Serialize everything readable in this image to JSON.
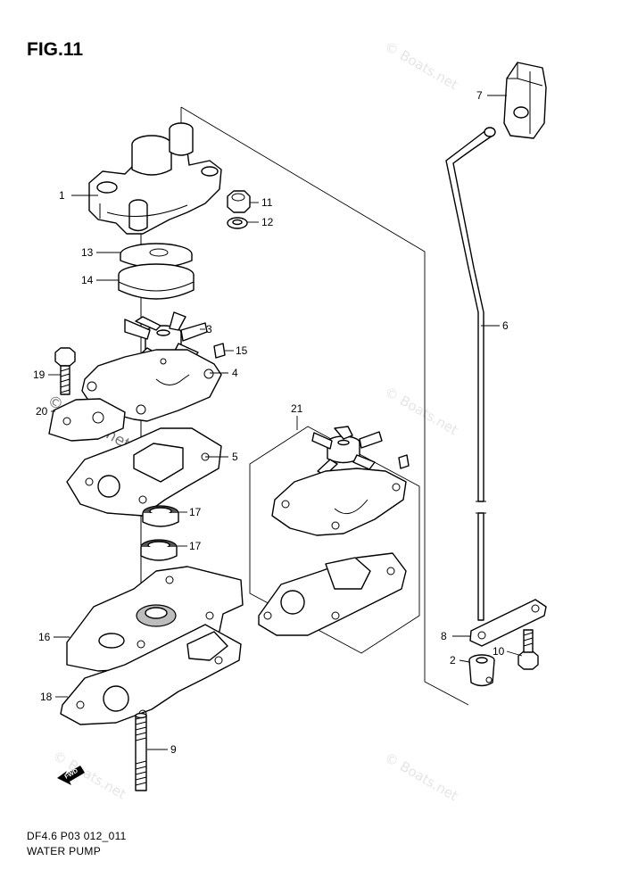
{
  "figure": {
    "title": "FIG.11",
    "code": "DF4.6 P03 012_011",
    "name": "WATER PUMP"
  },
  "callouts": [
    "1",
    "2",
    "3",
    "4",
    "5",
    "6",
    "7",
    "8",
    "9",
    "10",
    "11",
    "12",
    "13",
    "14",
    "15",
    "16",
    "17",
    "17",
    "18",
    "19",
    "20",
    "21"
  ],
  "watermark": {
    "text": "© Boats.net"
  },
  "direction_marker": {
    "text": "FWD"
  }
}
